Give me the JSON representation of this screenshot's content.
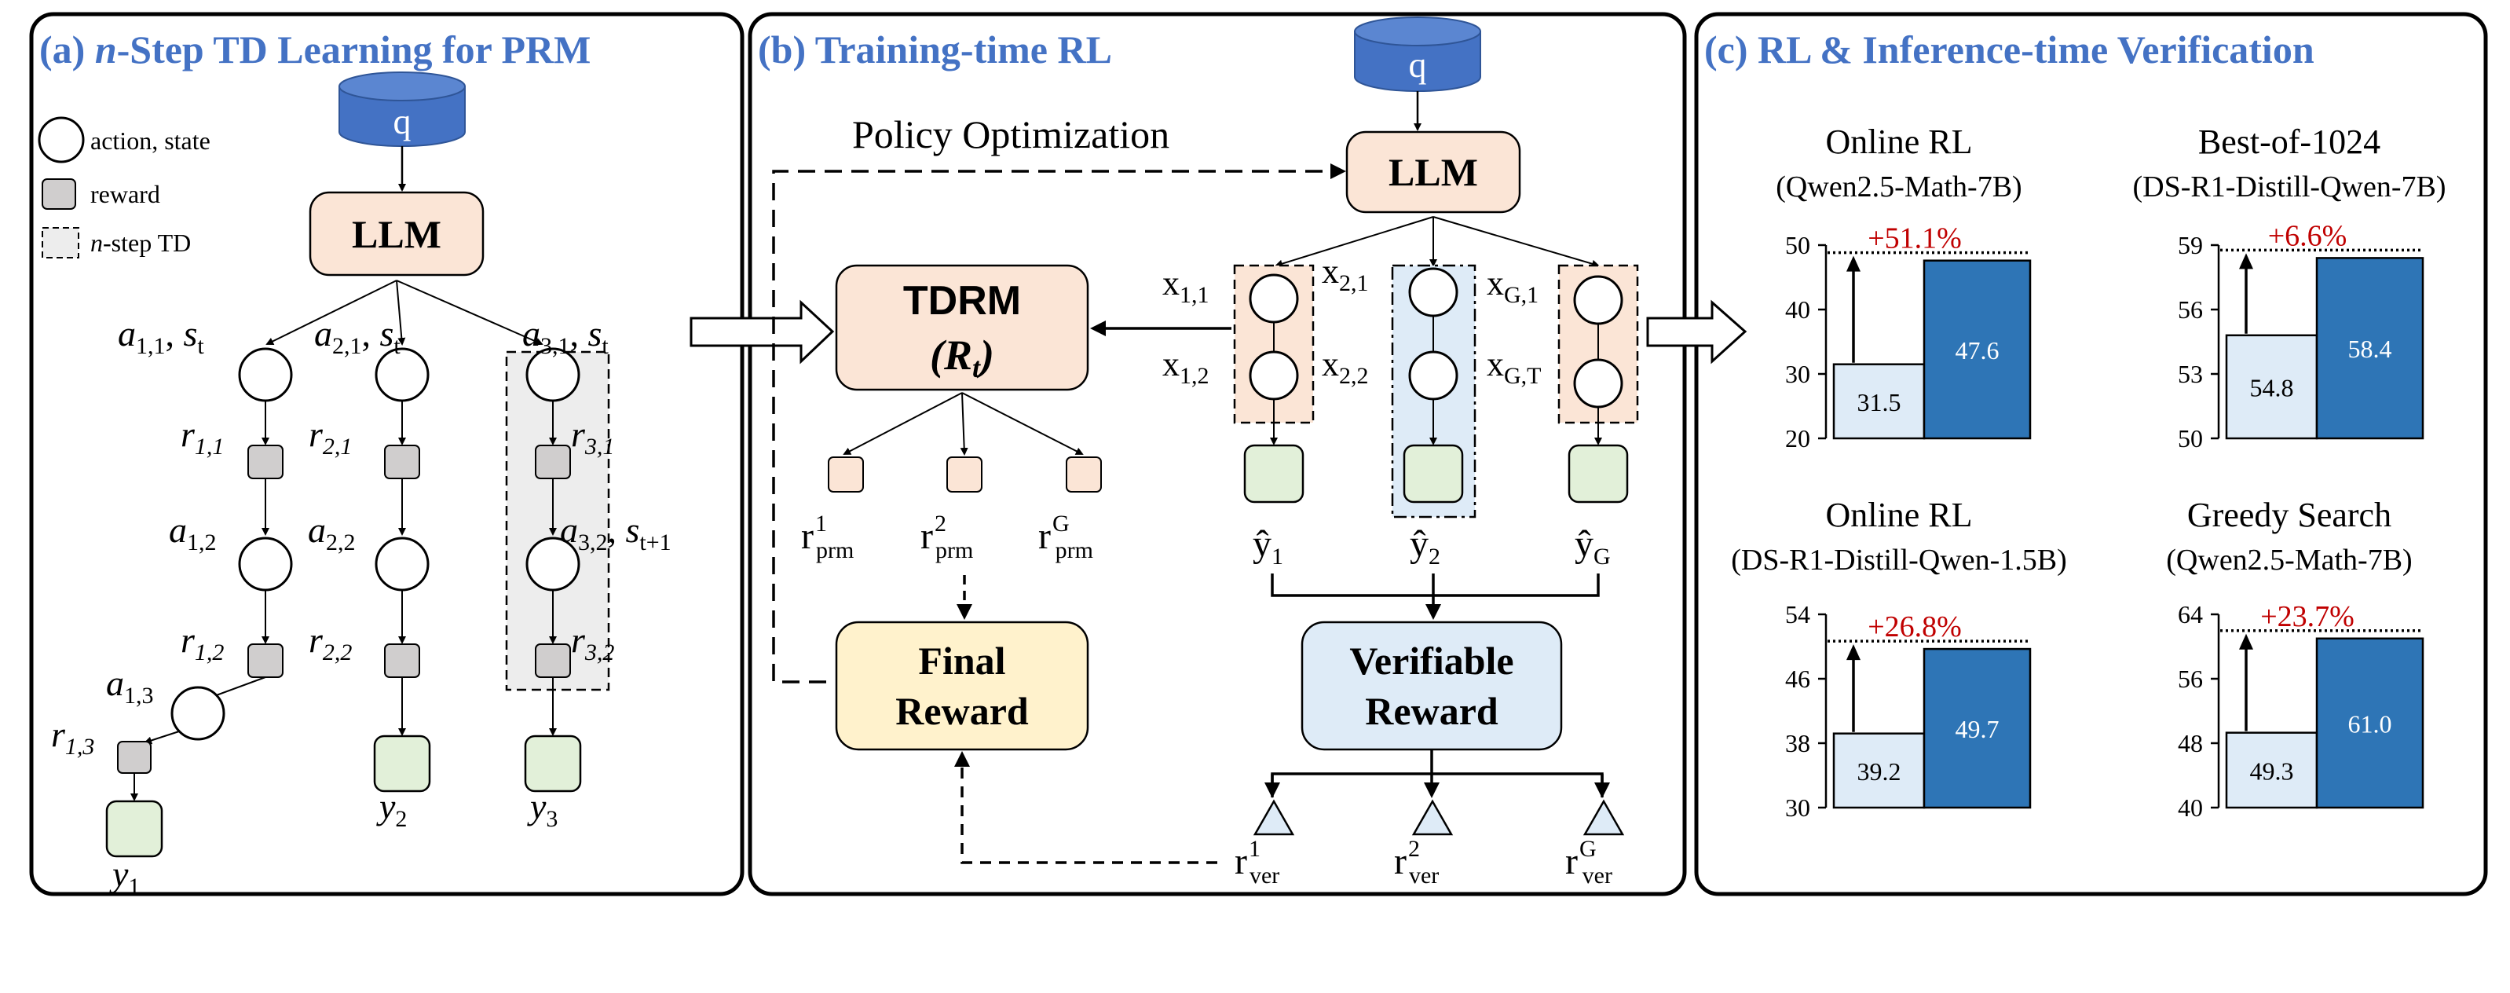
{
  "panels": {
    "a": {
      "title": "(a)  n-Step TD Learning for PRM"
    },
    "b": {
      "title": "(b) Training-time RL"
    },
    "c": {
      "title": "(c) RL & Inference-time Verification"
    }
  },
  "legend": {
    "state": "action,  state",
    "reward": "reward",
    "td": "n-step TD"
  },
  "nodes": {
    "q": "q",
    "llm": "LLM",
    "tdrm_line1": "TDRM",
    "tdrm_line2": "(R",
    "tdrm_sub": "t",
    "final_line1": "Final",
    "final_line2": "Reward",
    "verif_line1": "Verifiable",
    "verif_line2": "Reward",
    "policy_opt": "Policy Optimization"
  },
  "a_labels": {
    "a11": "a",
    "a11s": "1,1",
    "st": "s",
    "sts": "t",
    "a21": "a",
    "a21s": "2,1",
    "a31": "a",
    "a31s": "3,1",
    "a12": "a",
    "a12s": "1,2",
    "a22": "a",
    "a22s": "2,2",
    "a32": "a",
    "a32s": "3,2",
    "st1": "s",
    "st1s": "t+1",
    "a13": "a",
    "a13s": "1,3",
    "r11": "r",
    "r11s": "1,1",
    "r21": "r",
    "r21s": "2,1",
    "r31": "r",
    "r31s": "3,1",
    "r12": "r",
    "r12s": "1,2",
    "r22": "r",
    "r22s": "2,2",
    "r32": "r",
    "r32s": "3,2",
    "r13": "r",
    "r13s": "1,3",
    "y1": "y",
    "y1s": "1",
    "y2": "y",
    "y2s": "2",
    "y3": "y",
    "y3s": "3"
  },
  "b_labels": {
    "x11": "x",
    "x11s": "1,1",
    "x12": "x",
    "x12s": "1,2",
    "x21": "x",
    "x21s": "2,1",
    "x22": "x",
    "x22s": "2,2",
    "xG1": "x",
    "xG1s": "G,1",
    "xGT": "x",
    "xGTs": "G,T",
    "rprm": "r",
    "rprm_sub": "prm",
    "sup1": "1",
    "sup2": "2",
    "supG": "G",
    "rver": "r",
    "rver_sub": "ver",
    "yhat": "ŷ",
    "yh1": "1",
    "yh2": "2",
    "yhG": "G"
  },
  "chart_data": [
    {
      "type": "bar",
      "title": "Online RL",
      "subtitle": "(Qwen2.5-Math-7B)",
      "yticks": [
        20,
        30,
        40,
        50
      ],
      "ylim": [
        20,
        50
      ],
      "values": [
        31.5,
        47.6
      ],
      "delta": "+51.1%"
    },
    {
      "type": "bar",
      "title": "Best-of-1024",
      "subtitle": "(DS-R1-Distill-Qwen-7B)",
      "yticks": [
        50,
        53,
        56,
        59
      ],
      "ylim": [
        50,
        59
      ],
      "values": [
        54.8,
        58.4
      ],
      "delta": "+6.6%"
    },
    {
      "type": "bar",
      "title": "Online RL",
      "subtitle": "(DS-R1-Distill-Qwen-1.5B)",
      "yticks": [
        30,
        38,
        46,
        54
      ],
      "ylim": [
        30,
        54
      ],
      "values": [
        39.2,
        49.7
      ],
      "delta": "+26.8%"
    },
    {
      "type": "bar",
      "title": "Greedy Search",
      "subtitle": "(Qwen2.5-Math-7B)",
      "yticks": [
        40,
        48,
        56,
        64
      ],
      "ylim": [
        40,
        64
      ],
      "values": [
        49.3,
        61.0
      ],
      "delta": "+23.7%"
    }
  ],
  "colors": {
    "title_blue": "#4472C4",
    "db_blue": "#4472C4",
    "peach": "#FBE5D6",
    "peach_stroke": "#000000",
    "yellow": "#FFF2CC",
    "lightblue": "#DEEBF7",
    "green": "#E2F0D9",
    "gray": "#D0CECE",
    "bar_light": "#DEEBF7",
    "bar_dark": "#2E75B6",
    "delta_red": "#C00000"
  }
}
